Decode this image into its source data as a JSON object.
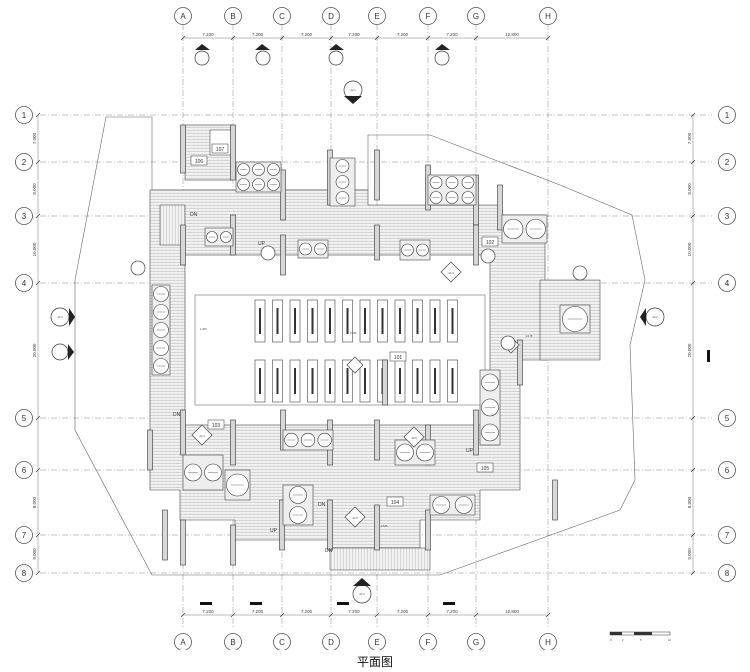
{
  "caption": "平面图",
  "grid": {
    "columns": [
      "A",
      "B",
      "C",
      "D",
      "E",
      "F",
      "G",
      "H"
    ],
    "rows": [
      "1",
      "2",
      "3",
      "4",
      "5",
      "6",
      "7",
      "8"
    ],
    "column_spacings": [
      "7.200",
      "7.200",
      "7.200",
      "7.200",
      "7.200",
      "7.200",
      "10.800"
    ],
    "row_spacings": [
      "7.000",
      "8.000",
      "10.000",
      "",
      "",
      "8.000",
      "9.000",
      "5.700"
    ],
    "row_total_label": "20.000"
  },
  "rooms": [
    {
      "id": "r101",
      "label": "101"
    },
    {
      "id": "r102",
      "label": "102"
    },
    {
      "id": "r103",
      "label": "103"
    },
    {
      "id": "r104",
      "label": "104"
    },
    {
      "id": "r105",
      "label": "105"
    },
    {
      "id": "r106",
      "label": "106"
    },
    {
      "id": "r107",
      "label": "107"
    }
  ],
  "sections": [
    {
      "id": "s-a21",
      "label": "A2.1"
    },
    {
      "id": "s-a22",
      "label": "A2.2"
    },
    {
      "id": "s-a23",
      "label": "A2.3"
    },
    {
      "id": "s-a24",
      "label": "A2.4"
    }
  ],
  "details": [
    {
      "id": "d-a43",
      "top": "A4.3"
    },
    {
      "id": "d-a44",
      "top": "A4.4"
    },
    {
      "id": "d-a45",
      "top": "A4.5"
    },
    {
      "id": "d-a46",
      "top": "A4.6"
    }
  ],
  "level_marks": [
    "1.300",
    "-0.525",
    "0.525",
    "-0.175"
  ],
  "scale_bar": {
    "ticks": [
      "0",
      "2",
      "5",
      "10"
    ]
  },
  "stair_labels": [
    "DN",
    "UP",
    "DN",
    "UP",
    "DN",
    "UP",
    "DN"
  ]
}
